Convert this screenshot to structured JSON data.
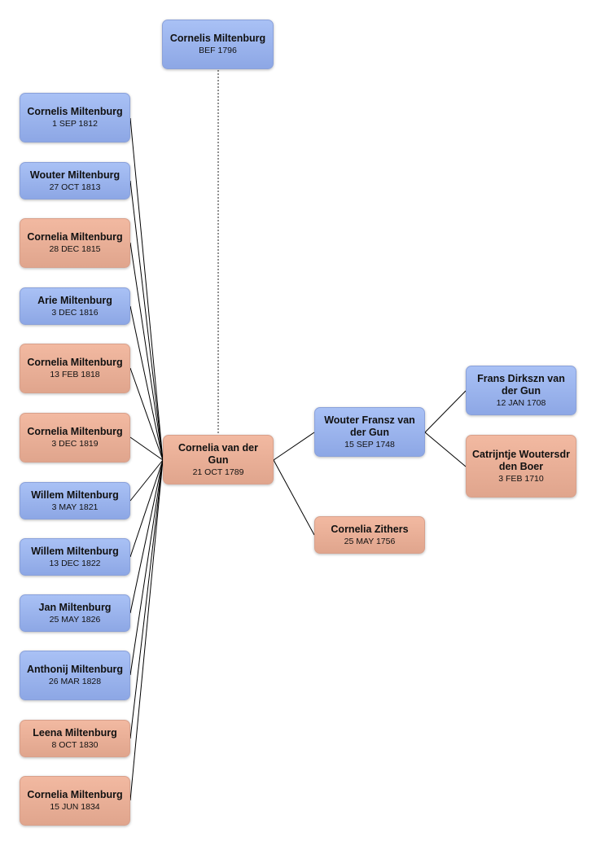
{
  "spouse": {
    "name": "Cornelis Miltenburg",
    "date": "BEF 1796"
  },
  "children": [
    {
      "name": "Cornelis Miltenburg",
      "date": "1 SEP 1812"
    },
    {
      "name": "Wouter Miltenburg",
      "date": "27 OCT 1813"
    },
    {
      "name": "Cornelia Miltenburg",
      "date": "28 DEC 1815"
    },
    {
      "name": "Arie Miltenburg",
      "date": "3 DEC 1816"
    },
    {
      "name": "Cornelia Miltenburg",
      "date": "13 FEB 1818"
    },
    {
      "name": "Cornelia Miltenburg",
      "date": "3 DEC 1819"
    },
    {
      "name": "Willem Miltenburg",
      "date": "3 MAY 1821"
    },
    {
      "name": "Willem Miltenburg",
      "date": "13 DEC 1822"
    },
    {
      "name": "Jan Miltenburg",
      "date": "25 MAY 1826"
    },
    {
      "name": "Anthonij Miltenburg",
      "date": "26 MAR 1828"
    },
    {
      "name": "Leena Miltenburg",
      "date": "8 OCT 1830"
    },
    {
      "name": "Cornelia Miltenburg",
      "date": "15 JUN 1834"
    }
  ],
  "focus": {
    "name": "Cornelia van der Gun",
    "date": "21 OCT 1789"
  },
  "parents": {
    "father": {
      "name": "Wouter Fransz van der Gun",
      "date": "15 SEP 1748"
    },
    "mother": {
      "name": "Cornelia Zithers",
      "date": "25 MAY 1756"
    }
  },
  "grandparents": {
    "father": {
      "name": "Frans Dirkszn van der Gun",
      "date": "12 JAN 1708"
    },
    "mother": {
      "name": "Catrijntje Woutersdr den Boer",
      "date": "3 FEB 1710"
    }
  },
  "colors": {
    "male": "#9bb4ee",
    "female": "#eab19a",
    "line": "#000000"
  }
}
